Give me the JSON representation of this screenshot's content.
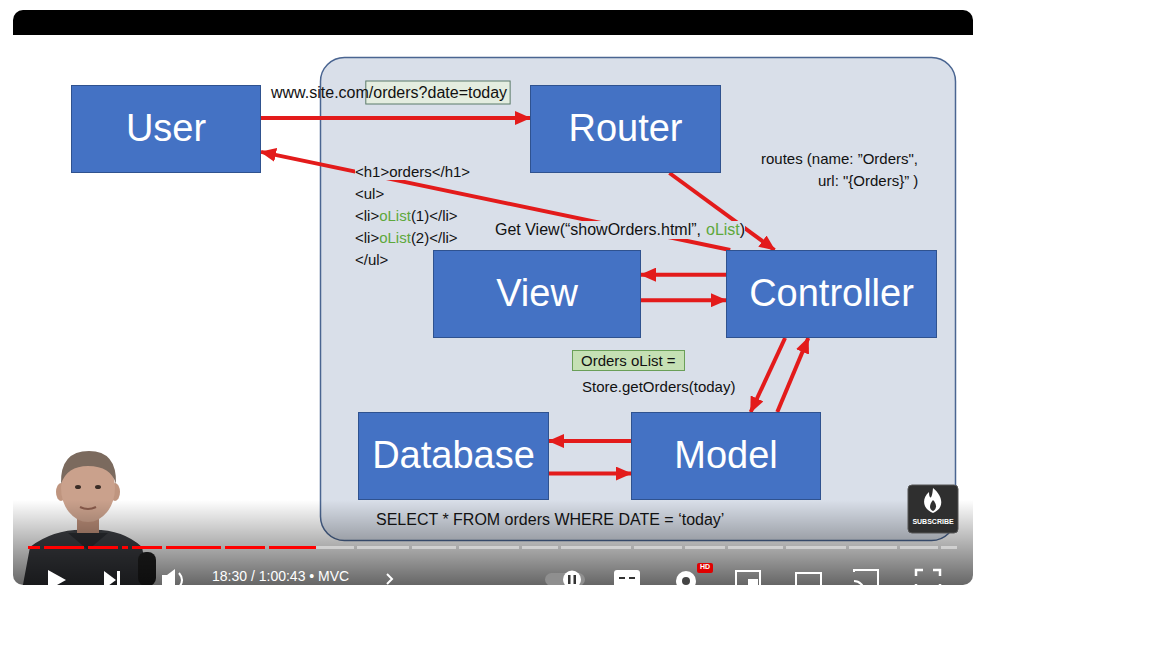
{
  "diagram": {
    "nodes": [
      {
        "text": [
          "User"
        ]
      },
      {
        "text": [
          "Router"
        ]
      },
      {
        "text": [
          "View"
        ]
      },
      {
        "text": [
          "Controller"
        ]
      },
      {
        "text": [
          "Database"
        ]
      },
      {
        "text": [
          "Model"
        ]
      }
    ],
    "edges": [
      {
        "from": 0,
        "to": 1,
        "arrow": "to",
        "label": "www.site.com/orders?date=today"
      },
      {
        "from": 1,
        "to": 3,
        "arrow": "to"
      },
      {
        "from": 3,
        "to": 0,
        "arrow": "to"
      },
      {
        "from": 3,
        "to": 2,
        "arrow": "to"
      },
      {
        "from": 2,
        "to": 3,
        "arrow": "to"
      },
      {
        "from": 3,
        "to": 5,
        "arrow": "to"
      },
      {
        "from": 5,
        "to": 3,
        "arrow": "to"
      },
      {
        "from": 5,
        "to": 4,
        "arrow": "to"
      },
      {
        "from": 4,
        "to": 5,
        "arrow": "to"
      }
    ],
    "labels": [
      "<h1>orders</h1>",
      "<ul>",
      "<li>",
      "oList",
      "(1)</li>",
      "<li>",
      "oList",
      "(2)</li>",
      "</ul>",
      "Get View(“showOrders.html”,",
      "oList",
      ")",
      "routes (name: ”Orders\",",
      "url: \"{Orders}” )",
      "Orders oList =",
      "Store.getOrders(today)",
      "SELECT * FROM orders WHERE DATE = ‘today’",
      "18:30 / 1:00:43 • MVC",
      "HD",
      "SUBSCRIBE"
    ]
  }
}
